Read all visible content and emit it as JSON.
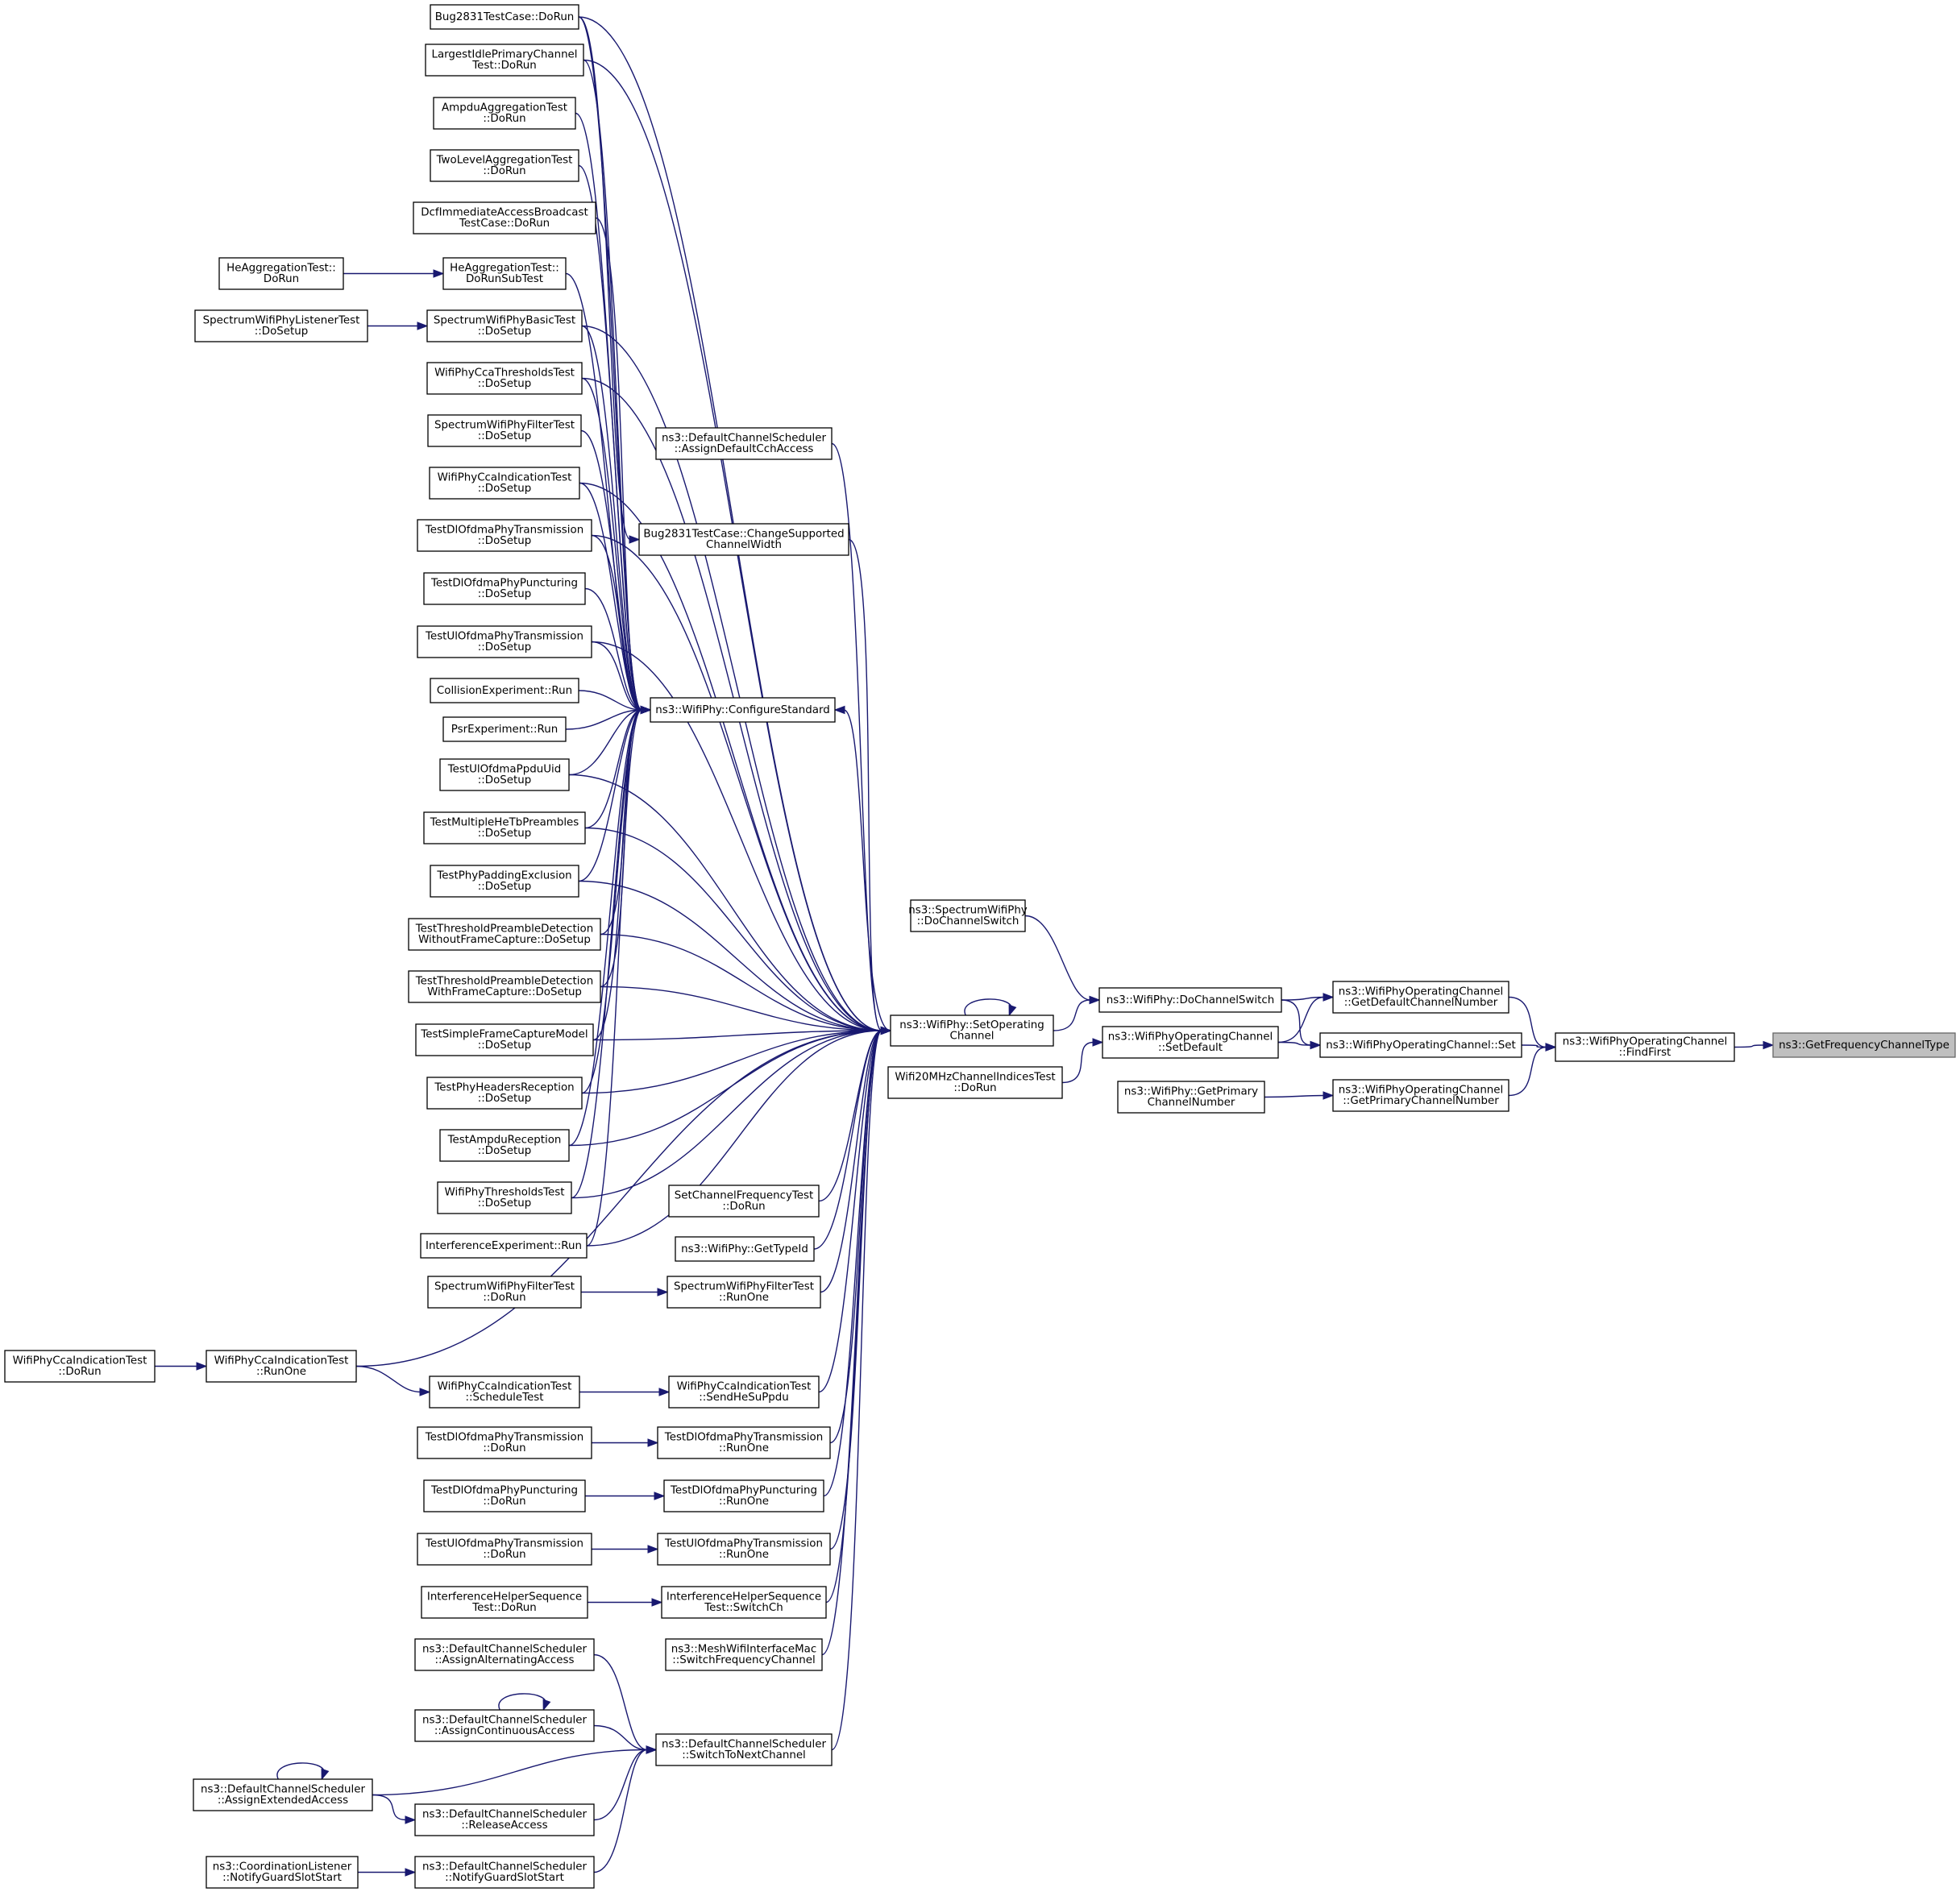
{
  "diagram": {
    "type": "call-graph",
    "root": "getfrequencychanneltype",
    "nodes": [
      {
        "id": "getfrequencychanneltype",
        "lines": [
          "ns3::GetFrequencyChannelType"
        ]
      },
      {
        "id": "findfirst",
        "lines": [
          "ns3::WifiPhyOperatingChannel",
          "::FindFirst"
        ]
      },
      {
        "id": "getdefaultchannelnumber",
        "lines": [
          "ns3::WifiPhyOperatingChannel",
          "::GetDefaultChannelNumber"
        ]
      },
      {
        "id": "opch-set",
        "lines": [
          "ns3::WifiPhyOperatingChannel::Set"
        ]
      },
      {
        "id": "getprimarychannelnumber",
        "lines": [
          "ns3::WifiPhyOperatingChannel",
          "::GetPrimaryChannelNumber"
        ]
      },
      {
        "id": "dochannelswitch",
        "lines": [
          "ns3::WifiPhy::DoChannelSwitch"
        ]
      },
      {
        "id": "setdefault",
        "lines": [
          "ns3::WifiPhyOperatingChannel",
          "::SetDefault"
        ]
      },
      {
        "id": "wifiphy-getprimary",
        "lines": [
          "ns3::WifiPhy::GetPrimary",
          "ChannelNumber"
        ]
      },
      {
        "id": "spectrum-dochannelswitch",
        "lines": [
          "ns3::SpectrumWifiPhy",
          "::DoChannelSwitch"
        ]
      },
      {
        "id": "setoperatingchannel",
        "lines": [
          "ns3::WifiPhy::SetOperating",
          "Channel"
        ]
      },
      {
        "id": "wifi20mhz",
        "lines": [
          "Wifi20MHzChannelIndicesTest",
          "::DoRun"
        ]
      },
      {
        "id": "configurestandard",
        "lines": [
          "ns3::WifiPhy::ConfigureStandard"
        ]
      },
      {
        "id": "assigndefaultcch",
        "lines": [
          "ns3::DefaultChannelScheduler",
          "::AssignDefaultCchAccess"
        ]
      },
      {
        "id": "changesupported",
        "lines": [
          "Bug2831TestCase::ChangeSupported",
          "ChannelWidth"
        ]
      },
      {
        "id": "setchannelfreq",
        "lines": [
          "SetChannelFrequencyTest",
          "::DoRun"
        ]
      },
      {
        "id": "gettypeid",
        "lines": [
          "ns3::WifiPhy::GetTypeId"
        ]
      },
      {
        "id": "sfilter-runone",
        "lines": [
          "SpectrumWifiPhyFilterTest",
          "::RunOne"
        ]
      },
      {
        "id": "sendhesuppdu",
        "lines": [
          "WifiPhyCcaIndicationTest",
          "::SendHeSuPpdu"
        ]
      },
      {
        "id": "dltx-runone",
        "lines": [
          "TestDlOfdmaPhyTransmission",
          "::RunOne"
        ]
      },
      {
        "id": "dlpunct-runone",
        "lines": [
          "TestDlOfdmaPhyPuncturing",
          "::RunOne"
        ]
      },
      {
        "id": "ultx-runone",
        "lines": [
          "TestUlOfdmaPhyTransmission",
          "::RunOne"
        ]
      },
      {
        "id": "ihs-switchch",
        "lines": [
          "InterferenceHelperSequence",
          "Test::SwitchCh"
        ]
      },
      {
        "id": "meshmac",
        "lines": [
          "ns3::MeshWifiInterfaceMac",
          "::SwitchFrequencyChannel"
        ]
      },
      {
        "id": "switchtonext",
        "lines": [
          "ns3::DefaultChannelScheduler",
          "::SwitchToNextChannel"
        ]
      },
      {
        "id": "bug2831-dorun",
        "lines": [
          "Bug2831TestCase::DoRun"
        ]
      },
      {
        "id": "largestidle",
        "lines": [
          "LargestIdlePrimaryChannel",
          "Test::DoRun"
        ]
      },
      {
        "id": "ampduagg",
        "lines": [
          "AmpduAggregationTest",
          "::DoRun"
        ]
      },
      {
        "id": "twolevel",
        "lines": [
          "TwoLevelAggregationTest",
          "::DoRun"
        ]
      },
      {
        "id": "dcfimm",
        "lines": [
          "DcfImmediateAccessBroadcast",
          "TestCase::DoRun"
        ]
      },
      {
        "id": "heagg-sub",
        "lines": [
          "HeAggregationTest::",
          "DoRunSubTest"
        ]
      },
      {
        "id": "sbasic-setup",
        "lines": [
          "SpectrumWifiPhyBasicTest",
          "::DoSetup"
        ]
      },
      {
        "id": "ccathr-setup",
        "lines": [
          "WifiPhyCcaThresholdsTest",
          "::DoSetup"
        ]
      },
      {
        "id": "sfilter-setup",
        "lines": [
          "SpectrumWifiPhyFilterTest",
          "::DoSetup"
        ]
      },
      {
        "id": "ccaind-setup",
        "lines": [
          "WifiPhyCcaIndicationTest",
          "::DoSetup"
        ]
      },
      {
        "id": "dltx-setup",
        "lines": [
          "TestDlOfdmaPhyTransmission",
          "::DoSetup"
        ]
      },
      {
        "id": "dlpunct-setup",
        "lines": [
          "TestDlOfdmaPhyPuncturing",
          "::DoSetup"
        ]
      },
      {
        "id": "ultx-setup",
        "lines": [
          "TestUlOfdmaPhyTransmission",
          "::DoSetup"
        ]
      },
      {
        "id": "collision-run",
        "lines": [
          "CollisionExperiment::Run"
        ]
      },
      {
        "id": "psr-run",
        "lines": [
          "PsrExperiment::Run"
        ]
      },
      {
        "id": "ulppdu-setup",
        "lines": [
          "TestUlOfdmaPpduUid",
          "::DoSetup"
        ]
      },
      {
        "id": "multiplehetb",
        "lines": [
          "TestMultipleHeTbPreambles",
          "::DoSetup"
        ]
      },
      {
        "id": "padding",
        "lines": [
          "TestPhyPaddingExclusion",
          "::DoSetup"
        ]
      },
      {
        "id": "thr-without",
        "lines": [
          "TestThresholdPreambleDetection",
          "WithoutFrameCapture::DoSetup"
        ]
      },
      {
        "id": "thr-with",
        "lines": [
          "TestThresholdPreambleDetection",
          "WithFrameCapture::DoSetup"
        ]
      },
      {
        "id": "simplecapture",
        "lines": [
          "TestSimpleFrameCaptureModel",
          "::DoSetup"
        ]
      },
      {
        "id": "headers",
        "lines": [
          "TestPhyHeadersReception",
          "::DoSetup"
        ]
      },
      {
        "id": "ampdurecv",
        "lines": [
          "TestAmpduReception",
          "::DoSetup"
        ]
      },
      {
        "id": "thresholds",
        "lines": [
          "WifiPhyThresholdsTest",
          "::DoSetup"
        ]
      },
      {
        "id": "interference-run",
        "lines": [
          "InterferenceExperiment::Run"
        ]
      },
      {
        "id": "sfilter-dorun",
        "lines": [
          "SpectrumWifiPhyFilterTest",
          "::DoRun"
        ]
      },
      {
        "id": "ccaind-runone",
        "lines": [
          "WifiPhyCcaIndicationTest",
          "::RunOne"
        ]
      },
      {
        "id": "ccaind-schedule",
        "lines": [
          "WifiPhyCcaIndicationTest",
          "::ScheduleTest"
        ]
      },
      {
        "id": "dltx-dorun",
        "lines": [
          "TestDlOfdmaPhyTransmission",
          "::DoRun"
        ]
      },
      {
        "id": "dlpunct-dorun",
        "lines": [
          "TestDlOfdmaPhyPuncturing",
          "::DoRun"
        ]
      },
      {
        "id": "ultx-dorun",
        "lines": [
          "TestUlOfdmaPhyTransmission",
          "::DoRun"
        ]
      },
      {
        "id": "ihs-dorun",
        "lines": [
          "InterferenceHelperSequence",
          "Test::DoRun"
        ]
      },
      {
        "id": "assignalt",
        "lines": [
          "ns3::DefaultChannelScheduler",
          "::AssignAlternatingAccess"
        ]
      },
      {
        "id": "assigncont",
        "lines": [
          "ns3::DefaultChannelScheduler",
          "::AssignContinuousAccess"
        ]
      },
      {
        "id": "releaseaccess",
        "lines": [
          "ns3::DefaultChannelScheduler",
          "::ReleaseAccess"
        ]
      },
      {
        "id": "notifyguard-sched",
        "lines": [
          "ns3::DefaultChannelScheduler",
          "::NotifyGuardSlotStart"
        ]
      },
      {
        "id": "heagg-dorun",
        "lines": [
          "HeAggregationTest::",
          "DoRun"
        ]
      },
      {
        "id": "slistener-setup",
        "lines": [
          "SpectrumWifiPhyListenerTest",
          "::DoSetup"
        ]
      },
      {
        "id": "ccaind-dorun",
        "lines": [
          "WifiPhyCcaIndicationTest",
          "::DoRun"
        ]
      },
      {
        "id": "assignext",
        "lines": [
          "ns3::DefaultChannelScheduler",
          "::AssignExtendedAccess"
        ]
      },
      {
        "id": "coordlistener",
        "lines": [
          "ns3::CoordinationListener",
          "::NotifyGuardSlotStart"
        ]
      }
    ],
    "edges": [
      {
        "from": "findfirst",
        "to": "getfrequencychanneltype"
      },
      {
        "from": "getdefaultchannelnumber",
        "to": "findfirst"
      },
      {
        "from": "opch-set",
        "to": "findfirst"
      },
      {
        "from": "getprimarychannelnumber",
        "to": "findfirst"
      },
      {
        "from": "dochannelswitch",
        "to": "getdefaultchannelnumber"
      },
      {
        "from": "setdefault",
        "to": "getdefaultchannelnumber"
      },
      {
        "from": "dochannelswitch",
        "to": "opch-set"
      },
      {
        "from": "setdefault",
        "to": "opch-set"
      },
      {
        "from": "wifiphy-getprimary",
        "to": "getprimarychannelnumber"
      },
      {
        "from": "spectrum-dochannelswitch",
        "to": "dochannelswitch"
      },
      {
        "from": "setoperatingchannel",
        "to": "dochannelswitch"
      },
      {
        "from": "wifi20mhz",
        "to": "setdefault"
      },
      {
        "from": "setoperatingchannel",
        "to": "setoperatingchannel"
      },
      {
        "from": "setoperatingchannel",
        "to": "configurestandard"
      },
      {
        "from": "assigndefaultcch",
        "to": "setoperatingchannel"
      },
      {
        "from": "changesupported",
        "to": "setoperatingchannel"
      },
      {
        "from": "setchannelfreq",
        "to": "setoperatingchannel"
      },
      {
        "from": "gettypeid",
        "to": "setoperatingchannel"
      },
      {
        "from": "sfilter-runone",
        "to": "setoperatingchannel"
      },
      {
        "from": "sendhesuppdu",
        "to": "setoperatingchannel"
      },
      {
        "from": "dltx-runone",
        "to": "setoperatingchannel"
      },
      {
        "from": "dlpunct-runone",
        "to": "setoperatingchannel"
      },
      {
        "from": "ultx-runone",
        "to": "setoperatingchannel"
      },
      {
        "from": "ihs-switchch",
        "to": "setoperatingchannel"
      },
      {
        "from": "meshmac",
        "to": "setoperatingchannel"
      },
      {
        "from": "switchtonext",
        "to": "setoperatingchannel"
      },
      {
        "from": "bug2831-dorun",
        "to": "setoperatingchannel"
      },
      {
        "from": "largestidle",
        "to": "setoperatingchannel"
      },
      {
        "from": "sbasic-setup",
        "to": "setoperatingchannel"
      },
      {
        "from": "ccathr-setup",
        "to": "setoperatingchannel"
      },
      {
        "from": "ccaind-setup",
        "to": "setoperatingchannel"
      },
      {
        "from": "dltx-setup",
        "to": "setoperatingchannel"
      },
      {
        "from": "ultx-setup",
        "to": "setoperatingchannel"
      },
      {
        "from": "ulppdu-setup",
        "to": "setoperatingchannel"
      },
      {
        "from": "multiplehetb",
        "to": "setoperatingchannel"
      },
      {
        "from": "padding",
        "to": "setoperatingchannel"
      },
      {
        "from": "thr-without",
        "to": "setoperatingchannel"
      },
      {
        "from": "thr-with",
        "to": "setoperatingchannel"
      },
      {
        "from": "simplecapture",
        "to": "setoperatingchannel"
      },
      {
        "from": "headers",
        "to": "setoperatingchannel"
      },
      {
        "from": "ampdurecv",
        "to": "setoperatingchannel"
      },
      {
        "from": "thresholds",
        "to": "setoperatingchannel"
      },
      {
        "from": "interference-run",
        "to": "setoperatingchannel"
      },
      {
        "from": "ccaind-runone",
        "to": "setoperatingchannel"
      },
      {
        "from": "bug2831-dorun",
        "to": "configurestandard"
      },
      {
        "from": "largestidle",
        "to": "configurestandard"
      },
      {
        "from": "ampduagg",
        "to": "configurestandard"
      },
      {
        "from": "twolevel",
        "to": "configurestandard"
      },
      {
        "from": "dcfimm",
        "to": "configurestandard"
      },
      {
        "from": "heagg-sub",
        "to": "configurestandard"
      },
      {
        "from": "sbasic-setup",
        "to": "configurestandard"
      },
      {
        "from": "ccathr-setup",
        "to": "configurestandard"
      },
      {
        "from": "sfilter-setup",
        "to": "configurestandard"
      },
      {
        "from": "ccaind-setup",
        "to": "configurestandard"
      },
      {
        "from": "dltx-setup",
        "to": "configurestandard"
      },
      {
        "from": "dlpunct-setup",
        "to": "configurestandard"
      },
      {
        "from": "ultx-setup",
        "to": "configurestandard"
      },
      {
        "from": "collision-run",
        "to": "configurestandard"
      },
      {
        "from": "psr-run",
        "to": "configurestandard"
      },
      {
        "from": "ulppdu-setup",
        "to": "configurestandard"
      },
      {
        "from": "multiplehetb",
        "to": "configurestandard"
      },
      {
        "from": "padding",
        "to": "configurestandard"
      },
      {
        "from": "thr-without",
        "to": "configurestandard"
      },
      {
        "from": "thr-with",
        "to": "configurestandard"
      },
      {
        "from": "simplecapture",
        "to": "configurestandard"
      },
      {
        "from": "headers",
        "to": "configurestandard"
      },
      {
        "from": "ampdurecv",
        "to": "configurestandard"
      },
      {
        "from": "thresholds",
        "to": "configurestandard"
      },
      {
        "from": "interference-run",
        "to": "configurestandard"
      },
      {
        "from": "bug2831-dorun",
        "to": "changesupported"
      },
      {
        "from": "sfilter-dorun",
        "to": "sfilter-runone"
      },
      {
        "from": "ccaind-schedule",
        "to": "sendhesuppdu"
      },
      {
        "from": "dltx-dorun",
        "to": "dltx-runone"
      },
      {
        "from": "dlpunct-dorun",
        "to": "dlpunct-runone"
      },
      {
        "from": "ultx-dorun",
        "to": "ultx-runone"
      },
      {
        "from": "ihs-dorun",
        "to": "ihs-switchch"
      },
      {
        "from": "assignalt",
        "to": "switchtonext"
      },
      {
        "from": "assigncont",
        "to": "switchtonext"
      },
      {
        "from": "assignext",
        "to": "switchtonext"
      },
      {
        "from": "releaseaccess",
        "to": "switchtonext"
      },
      {
        "from": "notifyguard-sched",
        "to": "switchtonext"
      },
      {
        "from": "heagg-dorun",
        "to": "heagg-sub"
      },
      {
        "from": "slistener-setup",
        "to": "sbasic-setup"
      },
      {
        "from": "ccaind-dorun",
        "to": "ccaind-runone"
      },
      {
        "from": "ccaind-runone",
        "to": "ccaind-schedule"
      },
      {
        "from": "assigncont",
        "to": "assigncont"
      },
      {
        "from": "assignext",
        "to": "assignext"
      },
      {
        "from": "assignext",
        "to": "releaseaccess"
      },
      {
        "from": "coordlistener",
        "to": "notifyguard-sched"
      }
    ]
  },
  "colors": {
    "edge": "#191970",
    "node_border": "#000000",
    "node_fill": "#ffffff",
    "root_fill": "#bfbfbf",
    "root_border": "#666666"
  }
}
